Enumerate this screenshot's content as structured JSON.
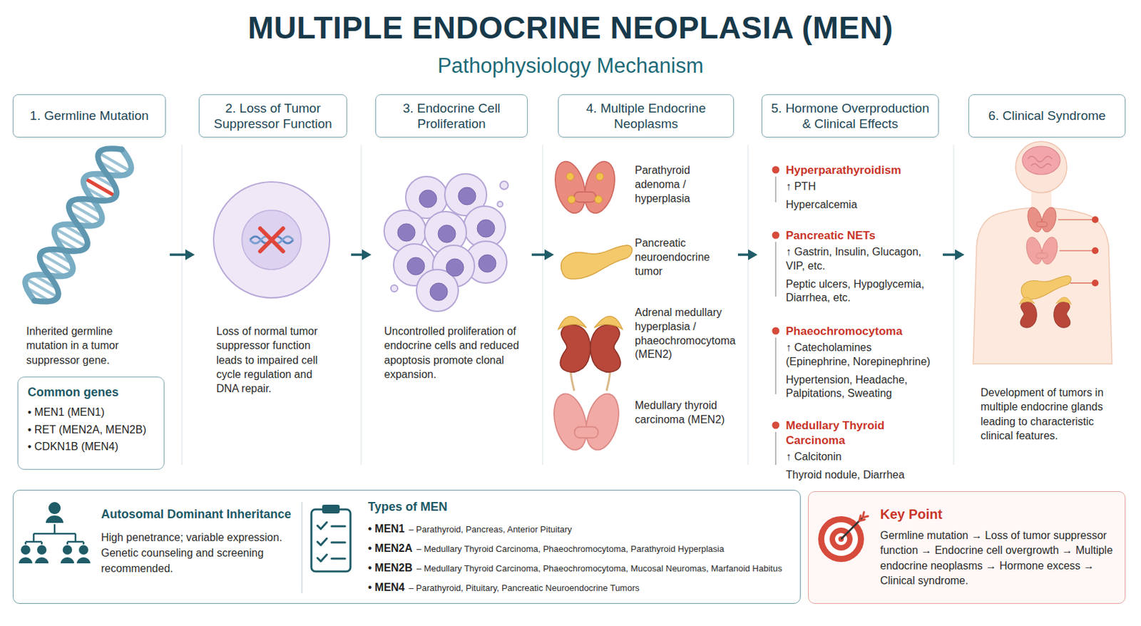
{
  "diagram": {
    "title": "MULTIPLE ENDOCRINE NEOPLASIA (MEN)",
    "nodes": [
      {
        "text": [
          "Inherited germline mutation in a tumor suppressor gene."
        ]
      },
      {
        "text": [
          "1. Germline Mutation"
        ],
        "in": 0
      },
      {
        "text": [
          "Common genes",
          "• MEN1 (MEN1)",
          "• RET (MEN2A, MEN2B)",
          "• CDKN1B (MEN4)"
        ],
        "in": 0
      },
      {
        "text": [
          "Loss of normal tumor suppressor function leads to impaired cell cycle regulation and DNA repair."
        ]
      },
      {
        "text": [
          "2. Loss of Tumor Suppressor Function"
        ],
        "in": 3
      },
      {
        "text": [
          "Uncontrolled proliferation of endocrine cells and reduced apoptosis promote clonal expansion."
        ]
      },
      {
        "text": [
          "3. Endocrine Cell Proliferation"
        ],
        "in": 5
      },
      {
        "text": [
          "Parathyroid adenoma / hyperplasia",
          "Pancreatic neuroendocrine tumor",
          "Adrenal medullary hyperplasia / phaeochromocytoma (MEN2)",
          "Medullary thyroid carcinoma (MEN2)"
        ]
      },
      {
        "text": [
          "4. Multiple Endocrine Neoplasms"
        ],
        "in": 7
      },
      {
        "text": [
          "Hyperparathyroidism",
          "↑ PTH",
          "Hypercalcemia",
          "Pancreatic NETs",
          "↑ Gastrin, Insulin, Glucagon, VIP, etc.",
          "Peptic ulcers, Hypoglycemia, Diarrhea, etc.",
          "Phaeochromocytoma",
          "↑ Catecholamines (Epinephrine, Norepinephrine)",
          "Hypertension, Headache, Palpitations, Sweating",
          "Medullary Thyroid Carcinoma",
          "↑ Calcitonin",
          "Thyroid nodule, Diarrhea"
        ]
      },
      {
        "text": [
          "5. Hormone Overproduction & Clinical Effects"
        ],
        "in": 9
      },
      {
        "text": [
          "Development of tumors in multiple endocrine glands leading to characteristic clinical features."
        ]
      },
      {
        "text": [
          "6. Clinical Syndrome"
        ],
        "in": 11
      },
      {
        "text": [
          "Autosomal Dominant Inheritance",
          "High penetrance; variable expression. Genetic counseling and screening recommended.",
          "Types of MEN",
          "• MEN1",
          "– Parathyroid, Pancreas, Anterior Pituitary",
          "• MEN2A",
          "– Medullary Thyroid Carcinoma, Phaeochromocytoma, Parathyroid Hyperplasia",
          "• MEN2B",
          "– Medullary Thyroid Carcinoma, Phaeochromocytoma, Mucosal Neuromas, Marfanoid Habitus",
          "• MEN4",
          "– Parathyroid, Pituitary, Pancreatic Neuroendocrine Tumors"
        ]
      },
      {
        "text": [
          "Key Point",
          "Germline mutation → Loss of tumor suppressor function → Endocrine cell overgrowth → Multiple endocrine neoplasms → Hormone excess → Clinical syndrome."
        ]
      }
    ],
    "edges": [
      {
        "from": 0,
        "to": 3,
        "arrow": "to"
      },
      {
        "from": 3,
        "to": 5,
        "arrow": "to"
      },
      {
        "from": 5,
        "to": 7,
        "arrow": "to"
      },
      {
        "from": 7,
        "to": 9,
        "arrow": "to"
      },
      {
        "from": 9,
        "to": 11,
        "arrow": "to"
      }
    ],
    "labels": [
      "Pathophysiology Mechanism"
    ]
  }
}
